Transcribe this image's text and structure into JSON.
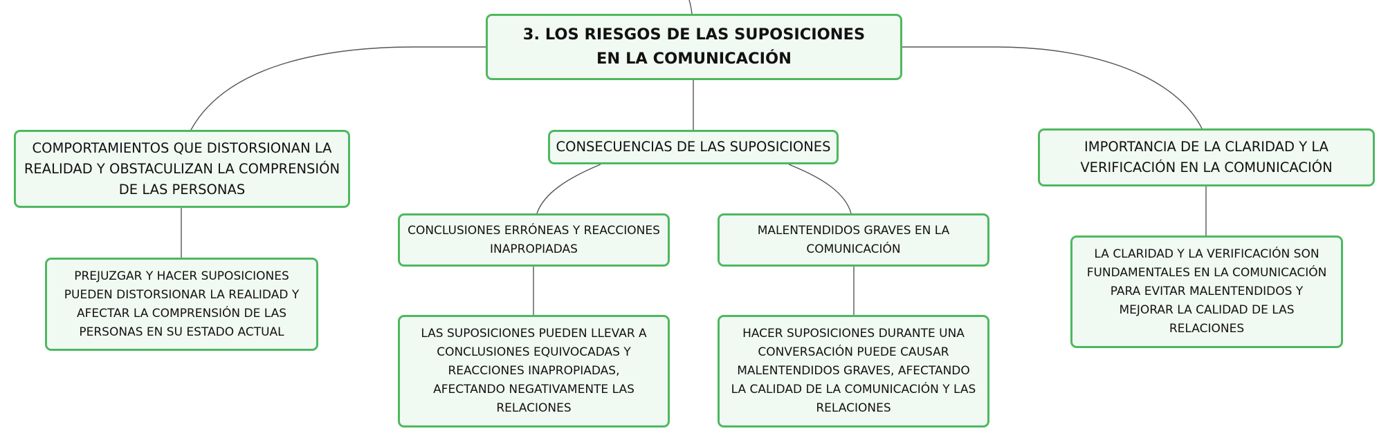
{
  "diagram": {
    "type": "mind-map",
    "colors": {
      "node_border": "#4db85e",
      "node_fill": "#f1f9f3",
      "connector": "#555555",
      "text": "#111111"
    },
    "root": {
      "label": "3. LOS RIESGOS DE LAS SUPOSICIONES EN LA COMUNICACIÓN"
    },
    "branches": [
      {
        "label": "COMPORTAMIENTOS QUE DISTORSIONAN LA REALIDAD Y OBSTACULIZAN LA COMPRENSIÓN DE LAS PERSONAS",
        "children": [
          {
            "label": "PREJUZGAR Y HACER SUPOSICIONES PUEDEN DISTORSIONAR LA REALIDAD Y AFECTAR LA COMPRENSIÓN DE LAS PERSONAS EN SU ESTADO ACTUAL"
          }
        ]
      },
      {
        "label": "CONSECUENCIAS DE LAS SUPOSICIONES",
        "children": [
          {
            "label": "CONCLUSIONES ERRÓNEAS Y REACCIONES INAPROPIADAS",
            "children": [
              {
                "label": "LAS SUPOSICIONES PUEDEN LLEVAR A CONCLUSIONES EQUIVOCADAS Y REACCIONES INAPROPIADAS, AFECTANDO NEGATIVAMENTE LAS RELACIONES"
              }
            ]
          },
          {
            "label": "MALENTENDIDOS GRAVES EN LA COMUNICACIÓN",
            "children": [
              {
                "label": "HACER SUPOSICIONES DURANTE UNA CONVERSACIÓN PUEDE CAUSAR MALENTENDIDOS GRAVES, AFECTANDO LA CALIDAD DE LA COMUNICACIÓN Y LAS RELACIONES"
              }
            ]
          }
        ]
      },
      {
        "label": "IMPORTANCIA DE LA CLARIDAD Y LA VERIFICACIÓN EN LA COMUNICACIÓN",
        "children": [
          {
            "label": "LA CLARIDAD Y LA VERIFICACIÓN SON FUNDAMENTALES EN LA COMUNICACIÓN PARA EVITAR MALENTENDIDOS Y MEJORAR LA CALIDAD DE LAS RELACIONES"
          }
        ]
      }
    ]
  }
}
